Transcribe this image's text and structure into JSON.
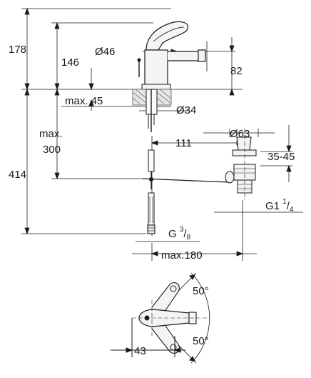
{
  "dimensions": {
    "overall_height": "178",
    "spout_height": "146",
    "body_diameter": "Ø46",
    "spout_reach": "82",
    "max_deck_thickness": "max. 45",
    "hole_diameter": "Ø34",
    "max_depth_label": "max.",
    "max_depth_value": "300",
    "total_height": "414",
    "waste_distance": "111",
    "waste_diameter": "Ø63",
    "waste_range": "35-45",
    "waste_thread": "G1",
    "waste_thread_num": "1",
    "waste_thread_den": "4",
    "supply_thread": "G",
    "supply_thread_num": "3",
    "supply_thread_den": "8",
    "max_offset": "max.180",
    "rotation_top": "50°",
    "rotation_bottom": "50°",
    "handle_offset": "43"
  },
  "colors": {
    "line": "#1a1a1a",
    "fill_light": "#f2f2f2",
    "hatch": "#555555"
  }
}
